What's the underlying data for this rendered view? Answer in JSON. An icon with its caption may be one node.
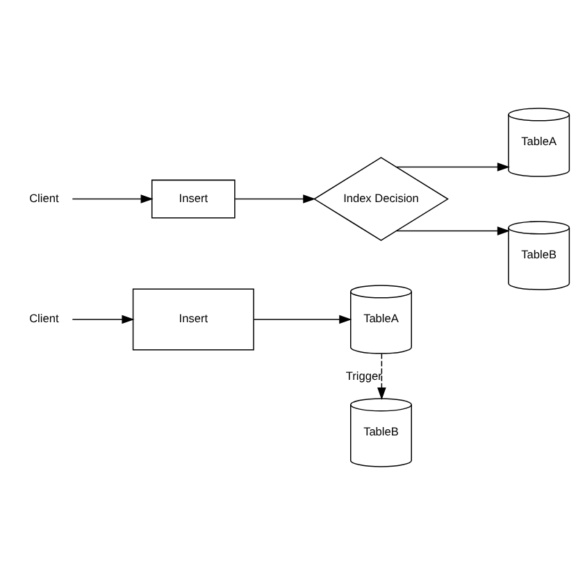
{
  "diagram": {
    "nodes": [
      {
        "text": [
          "Client"
        ]
      },
      {
        "text": [
          "Insert"
        ]
      },
      {
        "text": [
          "TableA"
        ]
      },
      {
        "text": [
          "TableB"
        ]
      },
      {
        "text": [
          "Client"
        ]
      },
      {
        "text": [
          "Insert"
        ]
      },
      {
        "text": [
          "Index Decision"
        ]
      },
      {
        "text": [
          "TableA"
        ]
      },
      {
        "text": [
          "TableB"
        ]
      }
    ],
    "edges": [
      {
        "from": 0,
        "to": 1,
        "arrow": "to"
      },
      {
        "from": 1,
        "to": 2,
        "arrow": "to"
      },
      {
        "from": 2,
        "to": 3,
        "arrow": "to",
        "label": "Trigger",
        "style": "dashed"
      },
      {
        "from": 4,
        "to": 5,
        "arrow": "to"
      },
      {
        "from": 5,
        "to": 6,
        "arrow": "to"
      },
      {
        "from": 6,
        "to": 7,
        "arrow": "to"
      },
      {
        "from": 6,
        "to": 8,
        "arrow": "to"
      }
    ]
  }
}
